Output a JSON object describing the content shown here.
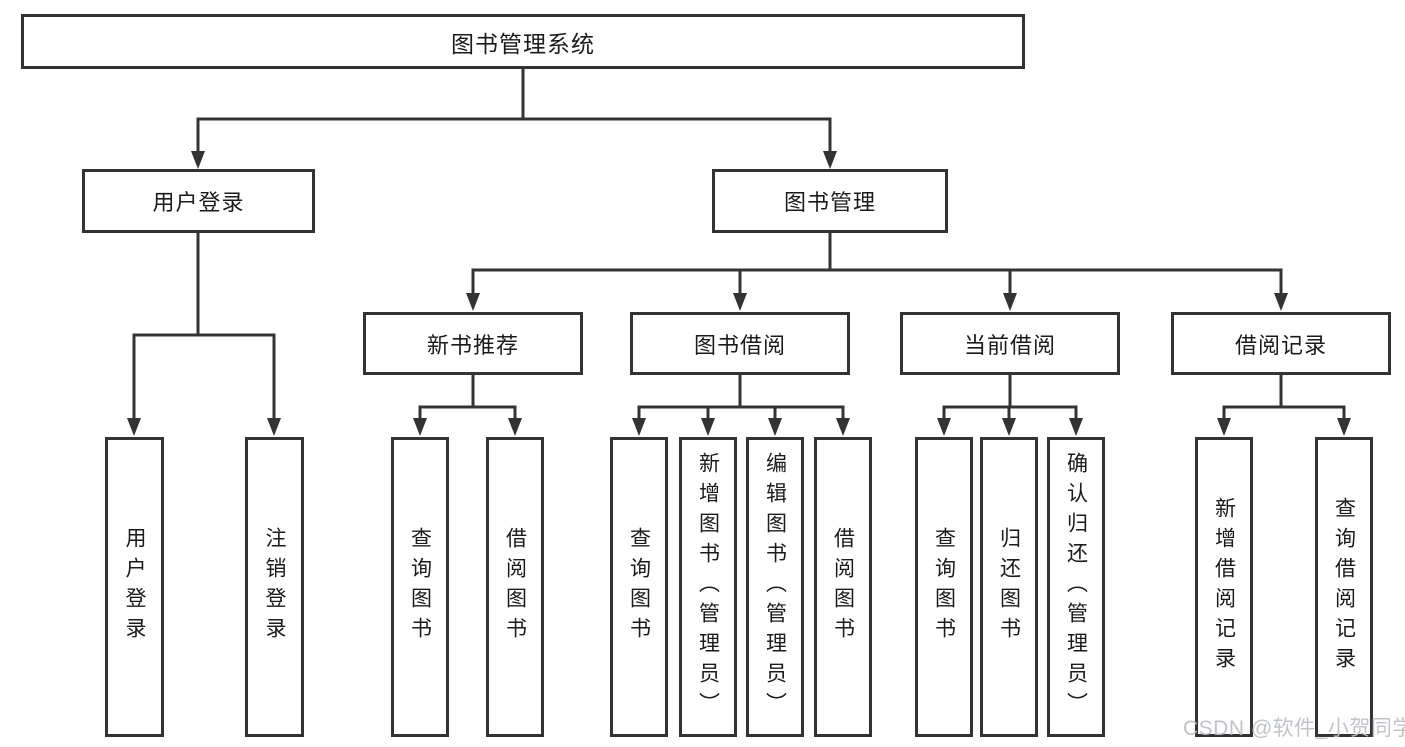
{
  "diagram_title": "图书管理系统",
  "nodes": {
    "root": "图书管理系统",
    "user_login": "用户登录",
    "book_mgmt": "图书管理",
    "new_book_rec": "新书推荐",
    "book_borrow": "图书借阅",
    "current_borrow": "当前借阅",
    "borrow_record": "借阅记录",
    "ul_user_login": "用户登录",
    "ul_logout": "注销登录",
    "nb_query_book": "查询图书",
    "nb_borrow_book": "借阅图书",
    "bb_query_book": "查询图书",
    "bb_add_book": "新增图书（管理员）",
    "bb_edit_book": "编辑图书（管理员）",
    "bb_borrow_book": "借阅图书",
    "cb_query_book": "查询图书",
    "cb_return_book": "归还图书",
    "cb_confirm_return": "确认归还（管理员）",
    "br_add_record": "新增借阅记录",
    "br_query_record": "查询借阅记录"
  },
  "hierarchy": {
    "图书管理系统": {
      "用户登录": [
        "用户登录",
        "注销登录"
      ],
      "图书管理": {
        "新书推荐": [
          "查询图书",
          "借阅图书"
        ],
        "图书借阅": [
          "查询图书",
          "新增图书（管理员）",
          "编辑图书（管理员）",
          "借阅图书"
        ],
        "当前借阅": [
          "查询图书",
          "归还图书",
          "确认归还（管理员）"
        ],
        "借阅记录": [
          "新增借阅记录",
          "查询借阅记录"
        ]
      }
    }
  },
  "watermark": "CSDN @软件_小贺同学",
  "colors": {
    "line": "#333333",
    "text": "#1b1b1b",
    "watermark": "#bbbfc4",
    "background": "#ffffff"
  }
}
